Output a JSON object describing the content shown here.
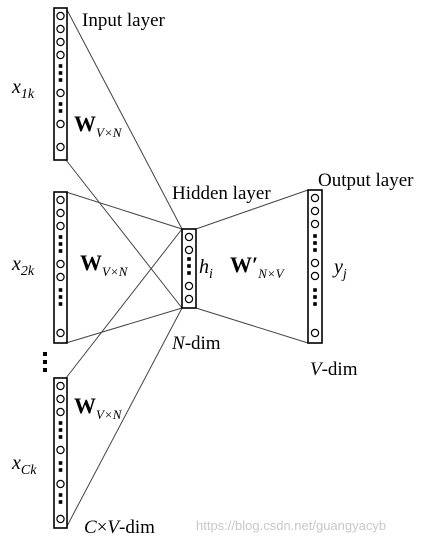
{
  "labels": {
    "input_layer": "Input layer",
    "hidden_layer": "Hidden layer",
    "output_layer": "Output layer",
    "x1k": {
      "base": "x",
      "sub": "1k"
    },
    "x2k": {
      "base": "x",
      "sub": "2k"
    },
    "xCk": {
      "base": "x",
      "sub": "Ck"
    },
    "w_input": {
      "base": "W",
      "sub": "V×N"
    },
    "w_output": {
      "base": "W′",
      "sub": "N×V"
    },
    "h": {
      "base": "h",
      "sub": "i"
    },
    "y": {
      "base": "y",
      "sub": "j"
    },
    "n_dim": {
      "var": "N",
      "rest": "-dim"
    },
    "v_dim": {
      "var": "V",
      "rest": "-dim"
    },
    "cv_dim": {
      "var1": "C",
      "times": "×",
      "var2": "V",
      "rest": "-dim"
    }
  },
  "watermark": "https://blog.csdn.net/guangyacyb",
  "colors": {
    "line": "#000000",
    "edge": "#444444",
    "watermark": "#c8c8c8"
  }
}
